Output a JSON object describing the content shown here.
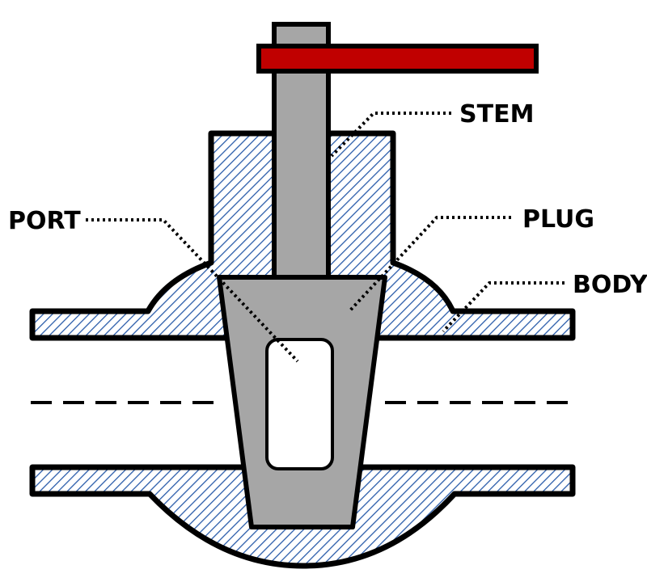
{
  "labels": {
    "stem": "STEM",
    "port": "PORT",
    "plug": "PLUG",
    "body": "BODY"
  },
  "colors": {
    "handle": "#c00000",
    "metal": "#a6a6a6",
    "hatch": "#2a5caa",
    "outline": "#000000",
    "background": "#ffffff"
  }
}
